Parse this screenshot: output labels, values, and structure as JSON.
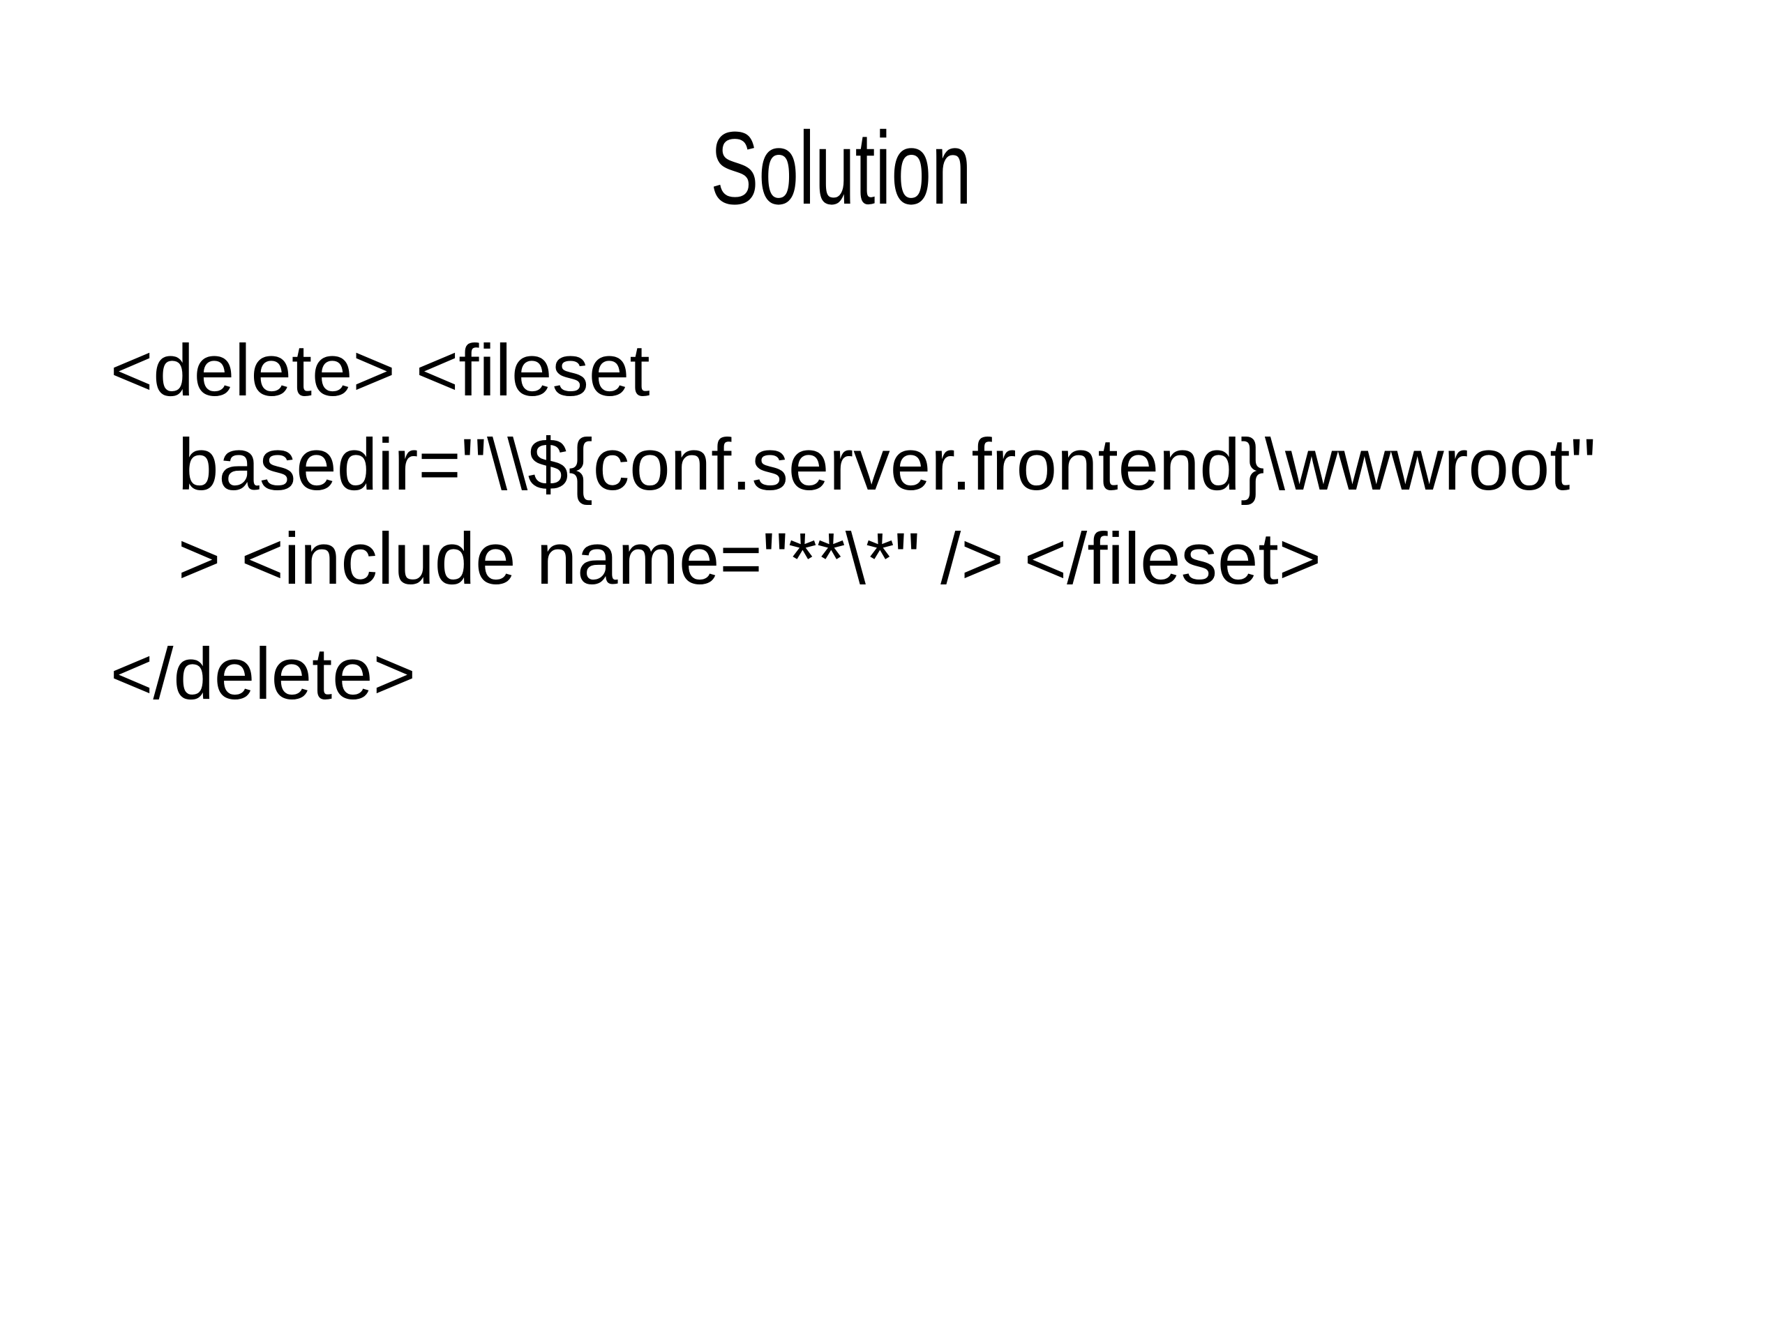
{
  "slide": {
    "title": "Solution",
    "code_block": {
      "full_text": "<delete> <fileset basedir=\"\\\\${conf.server.frontend}\\wwwroot\" > <include name=\"**\\*\" /> </fileset> </delete>",
      "lines": [
        {
          "text": "<delete> <fileset",
          "indented": false
        },
        {
          "text": "basedir=\"\\\\${conf.server.frontend}\\wwwroot\"",
          "indented": true
        },
        {
          "text": "> <include name=\"**\\*\" /> </fileset>",
          "indented": true
        },
        {
          "text": "</delete>",
          "indented": false
        }
      ]
    },
    "colors": {
      "background": "#ffffff",
      "text": "#000000"
    }
  }
}
